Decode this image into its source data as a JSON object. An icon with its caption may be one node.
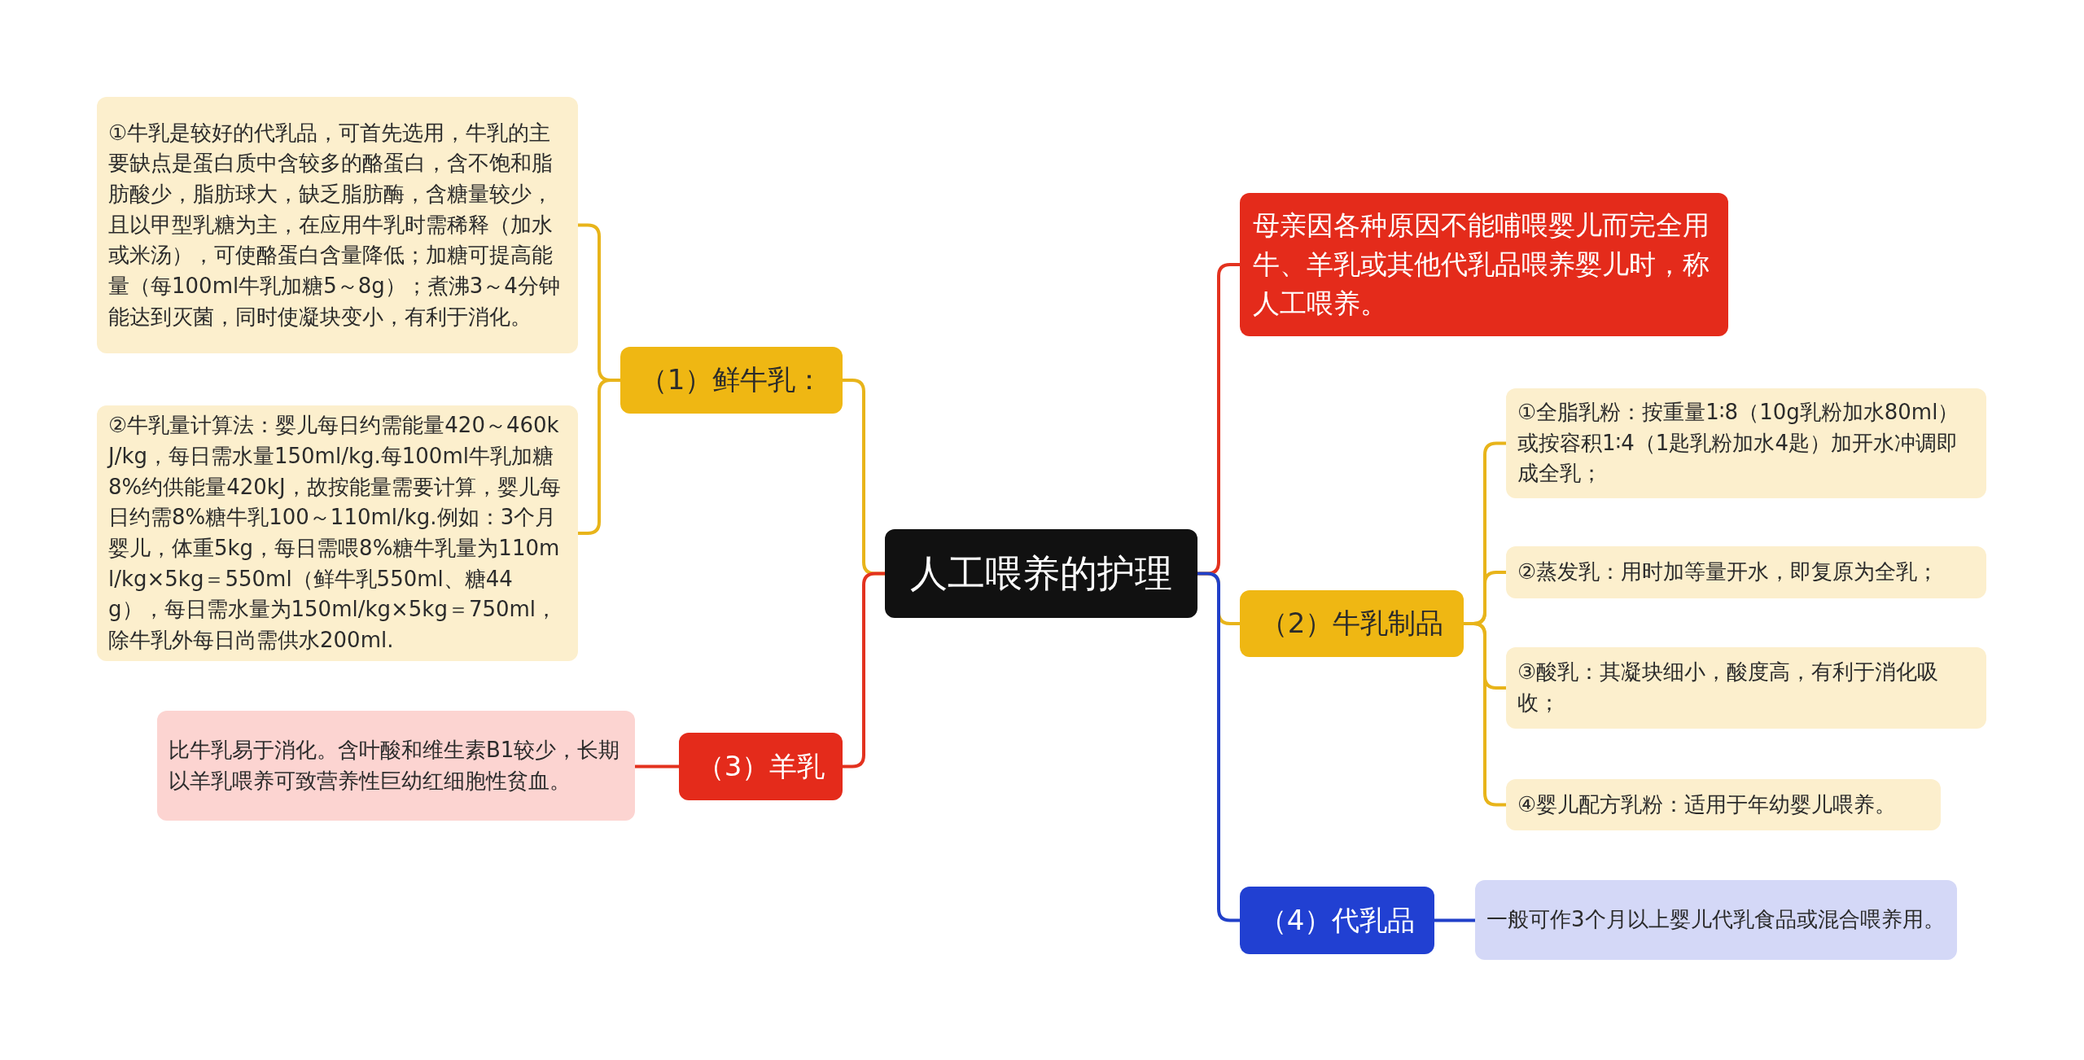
{
  "diagram": {
    "nodes": [
      {
        "text": [
          "人工喂养的护理"
        ]
      },
      {
        "text": [
          "母亲因各种原因不能哺喂婴儿而完全用牛、羊乳或其他代乳品喂养婴儿时，称人工喂养。"
        ]
      },
      {
        "text": [
          "（1）鲜牛乳："
        ]
      },
      {
        "text": [
          "①牛乳是较好的代乳品，可首先选用，牛乳的主要缺点是蛋白质中含较多的酪蛋白，含不饱和脂肪酸少，脂肪球大，缺乏脂肪酶，含糖量较少，且以甲型乳糖为主，在应用牛乳时需稀释（加水或米汤），可使酪蛋白含量降低；加糖可提高能量（每100ml牛乳加糖5～8g）；煮沸3～4分钟能达到灭菌，同时使凝块变小，有利于消化。"
        ]
      },
      {
        "text": [
          "②牛乳量计算法：婴儿每日约需能量420～460kJ/kg，每日需水量150ml/kg.每100ml牛乳加糖8%约供能量420kJ，故按能量需要计算，婴儿每日约需8%糖牛乳100～110ml/kg.例如：3个月婴儿，体重5kg，每日需喂8%糖牛乳量为110ml/kg×5kg＝550ml（鲜牛乳550ml、糖44g），每日需水量为150ml/kg×5kg＝750ml，除牛乳外每日尚需供水200ml."
        ]
      },
      {
        "text": [
          "（2）牛乳制品"
        ]
      },
      {
        "text": [
          "①全脂乳粉：按重量1∶8（10g乳粉加水80ml）或按容积1∶4（1匙乳粉加水4匙）加开水冲调即成全乳；"
        ]
      },
      {
        "text": [
          "②蒸发乳：用时加等量开水，即复原为全乳；"
        ]
      },
      {
        "text": [
          "③酸乳：其凝块细小，酸度高，有利于消化吸收；"
        ]
      },
      {
        "text": [
          "④婴儿配方乳粉：适用于年幼婴儿喂养。"
        ]
      },
      {
        "text": [
          "（3）羊乳"
        ]
      },
      {
        "text": [
          "比牛乳易于消化。含叶酸和维生素B1较少，长期以羊乳喂养可致营养性巨幼红细胞性贫血。"
        ]
      },
      {
        "text": [
          "（4）代乳品"
        ]
      },
      {
        "text": [
          "一般可作3个月以上婴儿代乳食品或混合喂养用。"
        ]
      }
    ],
    "edges": [
      {
        "from": 0,
        "to": 1,
        "arrow": "none",
        "color": "#e3321f"
      },
      {
        "from": 0,
        "to": 2,
        "arrow": "none"
      },
      {
        "from": 2,
        "to": 3,
        "arrow": "none"
      },
      {
        "from": 2,
        "to": 4,
        "arrow": "none"
      },
      {
        "from": 0,
        "to": 5,
        "arrow": "none"
      },
      {
        "from": 5,
        "to": 6,
        "arrow": "none"
      },
      {
        "from": 5,
        "to": 7,
        "arrow": "none"
      },
      {
        "from": 5,
        "to": 8,
        "arrow": "none"
      },
      {
        "from": 5,
        "to": 9,
        "arrow": "none"
      },
      {
        "from": 0,
        "to": 10,
        "arrow": "none",
        "color": "#e3321f"
      },
      {
        "from": 10,
        "to": 11,
        "arrow": "none",
        "color": "#e3321f"
      },
      {
        "from": 0,
        "to": 12,
        "arrow": "none",
        "color": "#2140c9"
      },
      {
        "from": 12,
        "to": 13,
        "arrow": "none",
        "color": "#2140c9"
      }
    ]
  }
}
